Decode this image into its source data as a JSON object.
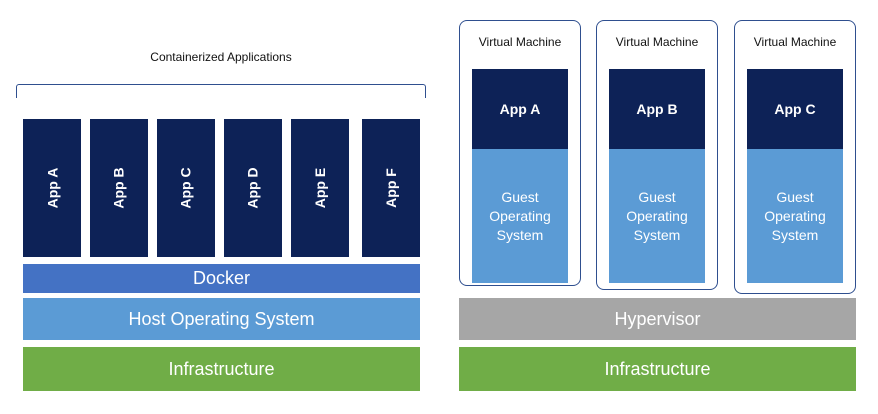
{
  "containers": {
    "caption": "Containerized Applications",
    "apps": [
      "App A",
      "App B",
      "App C",
      "App D",
      "App E",
      "App F"
    ],
    "docker": "Docker",
    "host_os": "Host Operating System",
    "infrastructure": "Infrastructure"
  },
  "vms": {
    "machines": [
      {
        "title": "Virtual Machine",
        "app": "App A",
        "os": "Guest\nOperating\nSystem"
      },
      {
        "title": "Virtual Machine",
        "app": "App B",
        "os": "Guest\nOperating\nSystem"
      },
      {
        "title": "Virtual Machine",
        "app": "App C",
        "os": "Guest\nOperating\nSystem"
      }
    ],
    "hypervisor": "Hypervisor",
    "infrastructure": "Infrastructure"
  },
  "colors": {
    "app_navy": "#0d2257",
    "docker_blue": "#4472c4",
    "os_light_blue": "#5b9bd5",
    "infrastructure_green": "#70ad47",
    "hypervisor_gray": "#a6a6a6",
    "outline_blue": "#2f4f8f"
  }
}
